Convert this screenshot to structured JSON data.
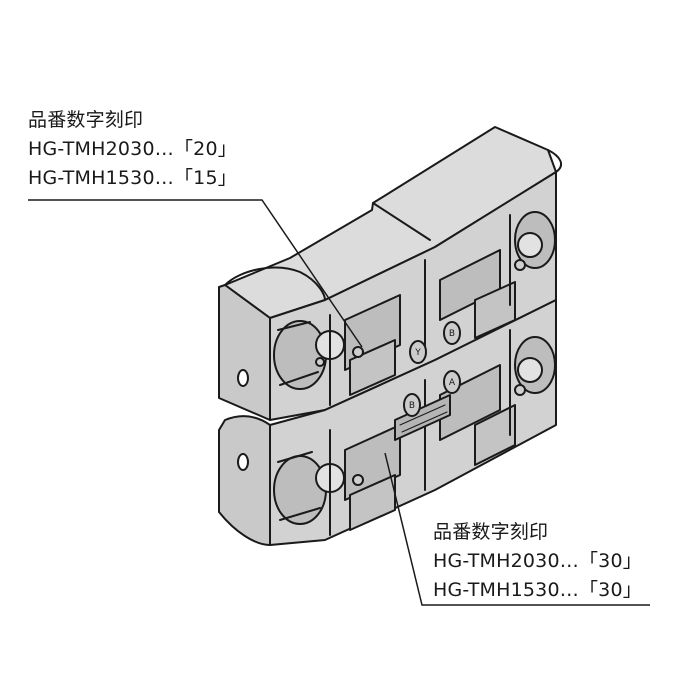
{
  "colors": {
    "body_fill": "#d4d4d4",
    "body_fill_dark": "#b9b9b9",
    "body_fill_light": "#e2e2e2",
    "outline": "#1a1a1a",
    "text": "#1a1a1a"
  },
  "callout_top": {
    "title": "品番数字刻印",
    "line1": "HG-TMH2030…「20」",
    "line2": "HG-TMH1530…「15」"
  },
  "callout_bottom": {
    "title": "品番数字刻印",
    "line1": "HG-TMH2030…「30」",
    "line2": "HG-TMH1530…「30」"
  },
  "embossed_marks": [
    "Y",
    "B",
    "B",
    "A"
  ]
}
